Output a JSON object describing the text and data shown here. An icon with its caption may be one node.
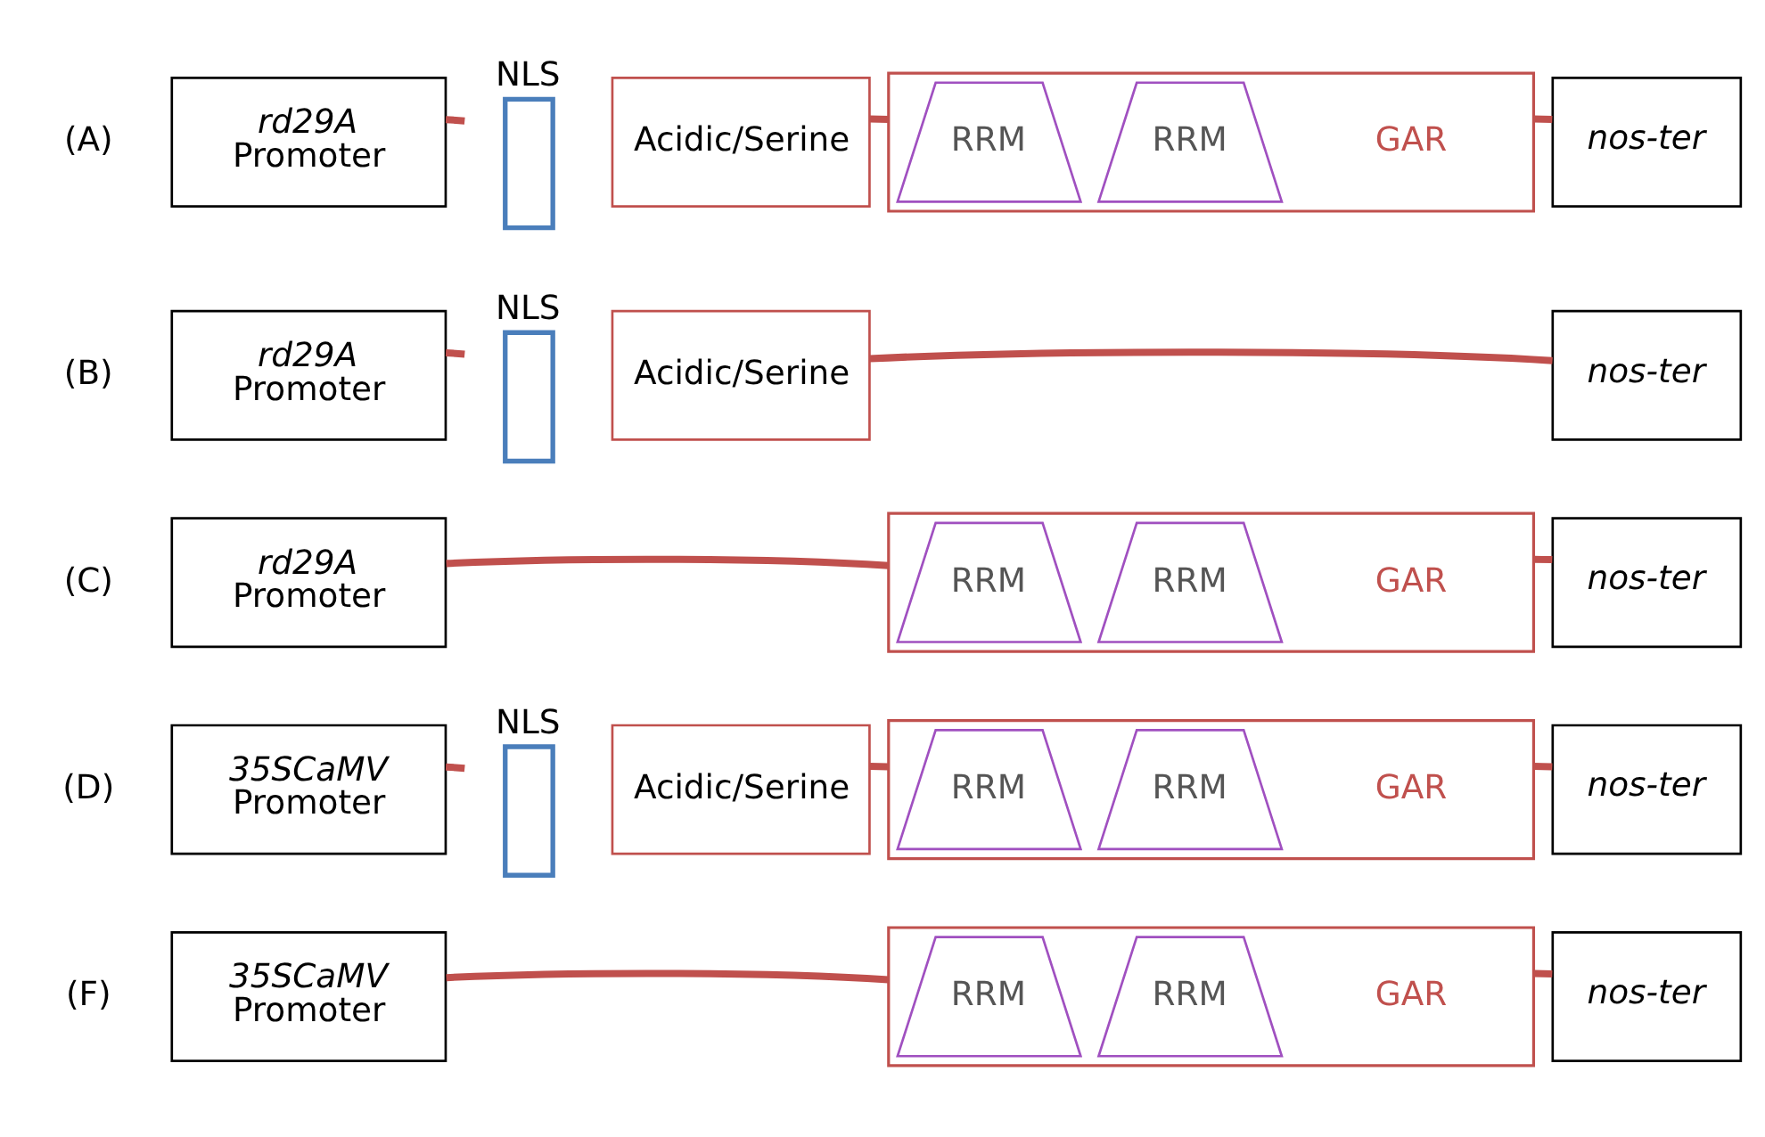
{
  "diagram": {
    "nodes": [
      {
        "text": [
          "rd29A",
          "Promoter"
        ]
      },
      {
        "text": [
          "NLS"
        ]
      },
      {
        "text": [
          "Acidic/Serine"
        ]
      },
      {
        "text": [],
        "shape": "box"
      },
      {
        "text": [
          "RRM"
        ],
        "in": 3
      },
      {
        "text": [
          "RRM"
        ],
        "in": 3
      },
      {
        "text": [
          "GAR"
        ],
        "in": 3
      },
      {
        "text": [
          "nos-ter"
        ]
      },
      {
        "text": [
          "rd29A",
          "Promoter"
        ]
      },
      {
        "text": [
          "NLS"
        ]
      },
      {
        "text": [
          "Acidic/Serine"
        ]
      },
      {
        "text": [
          "nos-ter"
        ]
      },
      {
        "text": [
          "rd29A",
          "Promoter"
        ]
      },
      {
        "text": [],
        "shape": "box"
      },
      {
        "text": [
          "RRM"
        ],
        "in": 13
      },
      {
        "text": [
          "RRM"
        ],
        "in": 13
      },
      {
        "text": [
          "GAR"
        ],
        "in": 13
      },
      {
        "text": [
          "nos-ter"
        ]
      },
      {
        "text": [
          "35SCaMV",
          "Promoter"
        ]
      },
      {
        "text": [
          "NLS"
        ]
      },
      {
        "text": [
          "Acidic/Serine"
        ]
      },
      {
        "text": [],
        "shape": "box"
      },
      {
        "text": [
          "RRM"
        ],
        "in": 21
      },
      {
        "text": [
          "RRM"
        ],
        "in": 21
      },
      {
        "text": [
          "GAR"
        ],
        "in": 21
      },
      {
        "text": [
          "nos-ter"
        ]
      },
      {
        "text": [
          "35SCaMV",
          "Promoter"
        ]
      },
      {
        "text": [],
        "shape": "box"
      },
      {
        "text": [
          "RRM"
        ],
        "in": 27
      },
      {
        "text": [
          "RRM"
        ],
        "in": 27
      },
      {
        "text": [
          "GAR"
        ],
        "in": 27
      },
      {
        "text": [
          "nos-ter"
        ]
      }
    ],
    "edges": [
      {
        "from": 0,
        "to": 1,
        "arrow": "none"
      },
      {
        "from": 2,
        "to": 3,
        "arrow": "none"
      },
      {
        "from": 3,
        "to": 7,
        "arrow": "none"
      },
      {
        "from": 8,
        "to": 9,
        "arrow": "none"
      },
      {
        "from": 10,
        "to": 11,
        "arrow": "none"
      },
      {
        "from": 12,
        "to": 13,
        "arrow": "none"
      },
      {
        "from": 13,
        "to": 17,
        "arrow": "none"
      },
      {
        "from": 18,
        "to": 19,
        "arrow": "none"
      },
      {
        "from": 20,
        "to": 21,
        "arrow": "none"
      },
      {
        "from": 21,
        "to": 25,
        "arrow": "none"
      },
      {
        "from": 26,
        "to": 27,
        "arrow": "none"
      },
      {
        "from": 27,
        "to": 31,
        "arrow": "none"
      }
    ],
    "labels": [
      "(A)",
      "(B)",
      "(C)",
      "(D)",
      "(F)"
    ]
  }
}
